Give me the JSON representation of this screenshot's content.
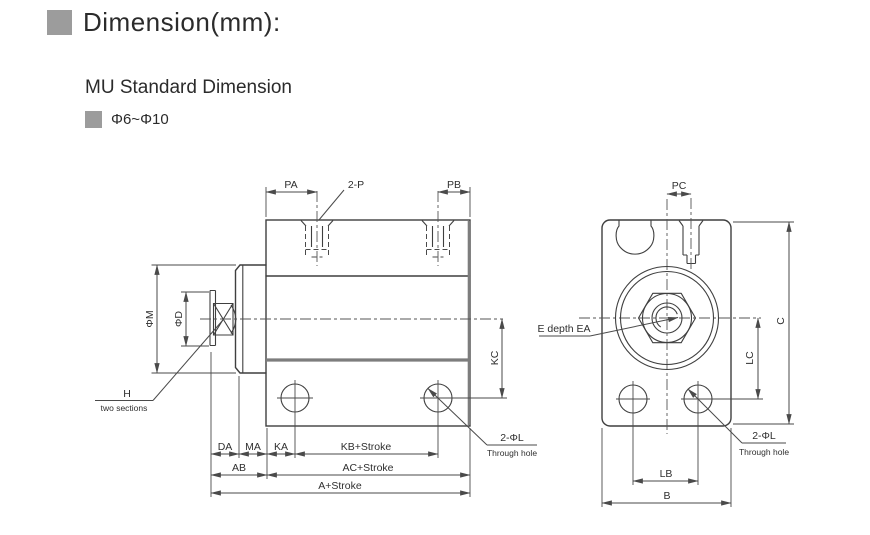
{
  "header": {
    "title": "Dimension(mm):",
    "subtitle": "MU Standard Dimension",
    "bore_range": "Φ6~Φ10"
  },
  "side_view": {
    "labels": {
      "pa": "PA",
      "port": "2-P",
      "pb": "PB",
      "phi_m": "ΦM",
      "phi_d": "ΦD",
      "h": "H",
      "h_note": "two sections",
      "kc": "KC",
      "da": "DA",
      "ma": "MA",
      "ka": "KA",
      "kb": "KB+Stroke",
      "ab": "AB",
      "ac": "AC+Stroke",
      "a": "A+Stroke",
      "hole": "2-ΦL",
      "hole_note": "Through hole"
    }
  },
  "front_view": {
    "labels": {
      "pc": "PC",
      "e_depth": "E depth EA",
      "c": "C",
      "lc": "LC",
      "lb": "LB",
      "b": "B",
      "hole": "2-ΦL",
      "hole_note": "Through hole"
    }
  },
  "colors": {
    "line": "#3f3f3f",
    "dimension_line": "#4a4a4a",
    "text": "#2d2d2d",
    "bullet": "#9c9c9c",
    "background": "#ffffff"
  }
}
